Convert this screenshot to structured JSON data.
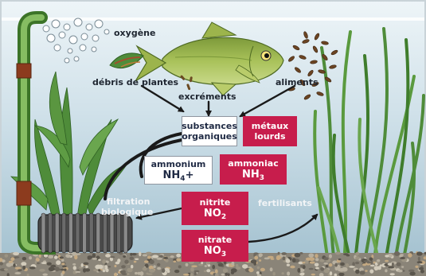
{
  "labels": {
    "oxygene": "oxygène",
    "debris": "débris de plantes",
    "aliments": "aliments",
    "excrements": "excréments",
    "filtration_1": "filtration",
    "filtration_2": "biologique",
    "fertilisants": "fertilisants"
  },
  "boxes": {
    "substances": {
      "line1": "substances",
      "line2": "organiques"
    },
    "metaux": {
      "line1": "métaux",
      "line2": "lourds"
    },
    "ammonium": {
      "line1": "ammonium",
      "formula": "NH",
      "sub": "4",
      "suffix": "+"
    },
    "ammoniac": {
      "line1": "ammoniac",
      "formula": "NH",
      "sub": "3"
    },
    "nitrite": {
      "line1": "nitrite",
      "formula": "NO",
      "sub": "2"
    },
    "nitrate": {
      "line1": "nitrate",
      "formula": "NO",
      "sub": "3"
    }
  },
  "colors": {
    "water_top": "#e6f0f4",
    "water_bottom": "#a9c6d4",
    "box_red": "#c71d4c",
    "box_white": "#ffffff",
    "plant_green": "#4f8c3a",
    "fish": "#8fae4a",
    "pipe": "#5c9a3c",
    "gravel": "#8a8478",
    "arrow": "#1a1a1a"
  },
  "icons": [
    "fish-icon",
    "air-bubbles-icon",
    "plant-debris-icon",
    "food-pellets-icon",
    "filter-pipe-icon",
    "biological-filter-icon",
    "aquatic-plant-icon",
    "gravel-bed-icon"
  ]
}
